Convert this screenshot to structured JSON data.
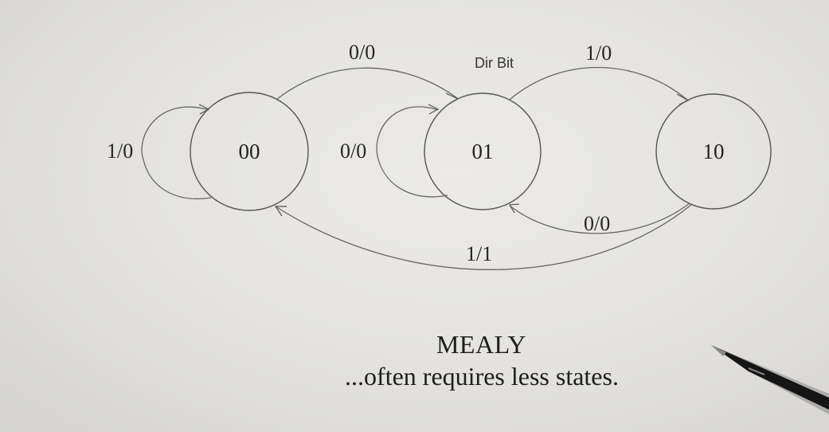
{
  "diagram": {
    "states": [
      {
        "id": "s00",
        "label": "00"
      },
      {
        "id": "s01",
        "label": "01"
      },
      {
        "id": "s10",
        "label": "10"
      }
    ],
    "transitions": [
      {
        "from": "00",
        "to": "00",
        "label": "1/0"
      },
      {
        "from": "00",
        "to": "01",
        "label": "0/0"
      },
      {
        "from": "01",
        "to": "01",
        "label": "0/0"
      },
      {
        "from": "01",
        "to": "10",
        "label": "1/0"
      },
      {
        "from": "10",
        "to": "01",
        "label": "0/0"
      },
      {
        "from": "10",
        "to": "00",
        "label": "1/1"
      }
    ],
    "note": "Dir Bit"
  },
  "caption": {
    "title": "MEALY",
    "subtitle": "...often requires less states."
  }
}
